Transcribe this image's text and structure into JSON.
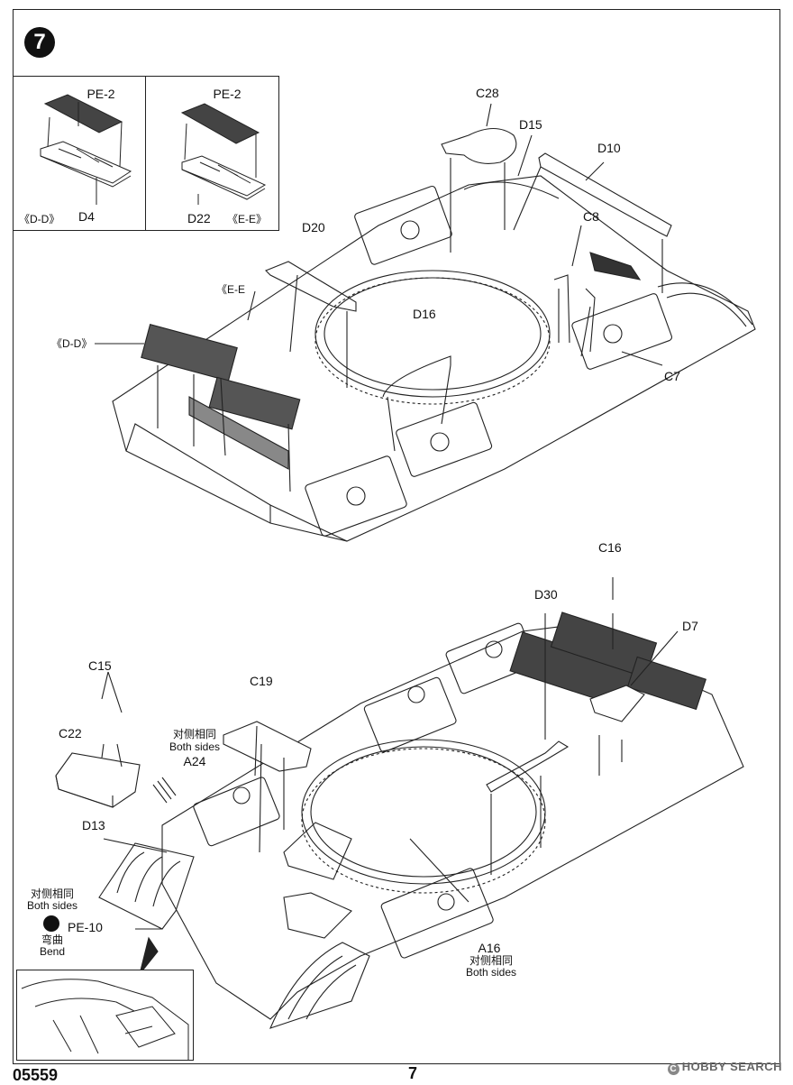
{
  "step": "7",
  "inset_a": {
    "part": "PE-2",
    "ref": "《D-D》",
    "base_part": "D4"
  },
  "inset_b": {
    "part": "PE-2",
    "ref": "《E-E》",
    "base_part": "D22"
  },
  "upper": {
    "C28": "C28",
    "D15": "D15",
    "D10": "D10",
    "C8": "C8",
    "D20": "D20",
    "ref_ee": "《E-E",
    "ref_dd": "《D-D》",
    "D16": "D16",
    "C7": "C7"
  },
  "lower": {
    "C16": "C16",
    "D30": "D30",
    "D7": "D7",
    "C15": "C15",
    "C19": "C19",
    "C22": "C22",
    "both_cn": "对侧相同",
    "both_en": "Both sides",
    "A24": "A24",
    "D13": "D13",
    "both2_cn": "对侧相同",
    "both2_en": "Both sides",
    "PE10": "PE-10",
    "bend_cn": "弯曲",
    "bend_en": "Bend",
    "A16": "A16",
    "both3_cn": "对侧相同",
    "both3_en": "Both sides"
  },
  "footer": {
    "code": "05559",
    "page": "7",
    "watermark": "HOBBY SEARCH",
    "wm_mark": "C"
  }
}
